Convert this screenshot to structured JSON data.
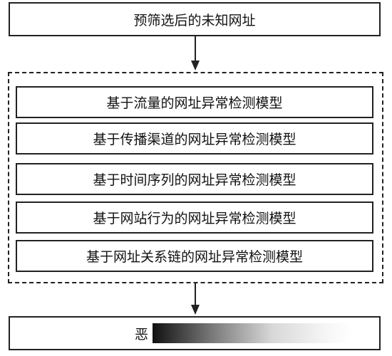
{
  "top_box": {
    "label": "预筛选后的未知网址"
  },
  "models": [
    {
      "label": "基于流量的网址异常检测模型"
    },
    {
      "label": "基于传播渠道的网址异常检测模型"
    },
    {
      "label": "基于时间序列的网址异常检测模型"
    },
    {
      "label": "基于网站行为的网址异常检测模型"
    },
    {
      "label": "基于网址关系链的网址异常检测模型"
    }
  ],
  "bottom_box": {
    "label": "恶"
  },
  "colors": {
    "line": "#222222",
    "text": "#111111",
    "background": "#ffffff"
  }
}
